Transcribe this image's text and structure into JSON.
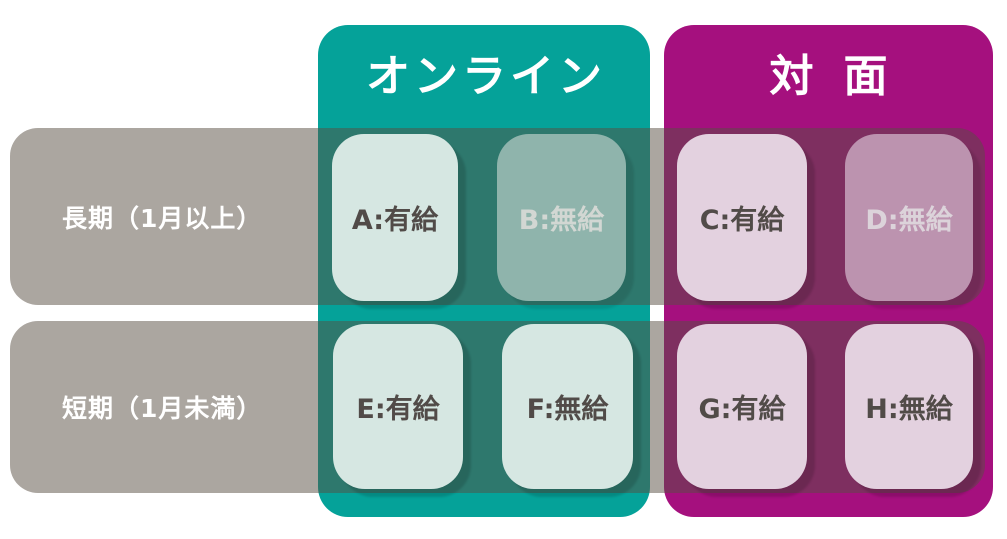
{
  "diagram": {
    "columns": [
      {
        "key": "online",
        "label": "オンライン",
        "color": "#05A299"
      },
      {
        "key": "in_person",
        "label": "対面",
        "color": "#A5107E"
      }
    ],
    "rows": [
      {
        "key": "long_term",
        "label": "長期（1月以上）"
      },
      {
        "key": "short_term",
        "label": "短期（1月未満）"
      }
    ],
    "cells": [
      {
        "id": "A",
        "label": "A:有給",
        "row": "long_term",
        "column": "online",
        "appearance": "normal"
      },
      {
        "id": "B",
        "label": "B:無給",
        "row": "long_term",
        "column": "online",
        "appearance": "muted"
      },
      {
        "id": "C",
        "label": "C:有給",
        "row": "long_term",
        "column": "in_person",
        "appearance": "normal"
      },
      {
        "id": "D",
        "label": "D:無給",
        "row": "long_term",
        "column": "in_person",
        "appearance": "muted"
      },
      {
        "id": "E",
        "label": "E:有給",
        "row": "short_term",
        "column": "online",
        "appearance": "normal"
      },
      {
        "id": "F",
        "label": "F:無給",
        "row": "short_term",
        "column": "online",
        "appearance": "normal"
      },
      {
        "id": "G",
        "label": "G:有給",
        "row": "short_term",
        "column": "in_person",
        "appearance": "normal"
      },
      {
        "id": "H",
        "label": "H:無給",
        "row": "short_term",
        "column": "in_person",
        "appearance": "normal"
      }
    ],
    "colors": {
      "teal_column": "#05A299",
      "magenta_column": "#A5107E",
      "row_band_gray": "#A9A49F",
      "cell_mint": "#D6E7E2",
      "cell_pink": "#E3D1DF",
      "cell_muted_teal": "#8FB4AC",
      "cell_muted_pink": "#BC93AF",
      "cell_text_dark": "#514B48",
      "cell_text_muted": "#D2D7D3",
      "label_text": "#FFFFFF"
    }
  }
}
